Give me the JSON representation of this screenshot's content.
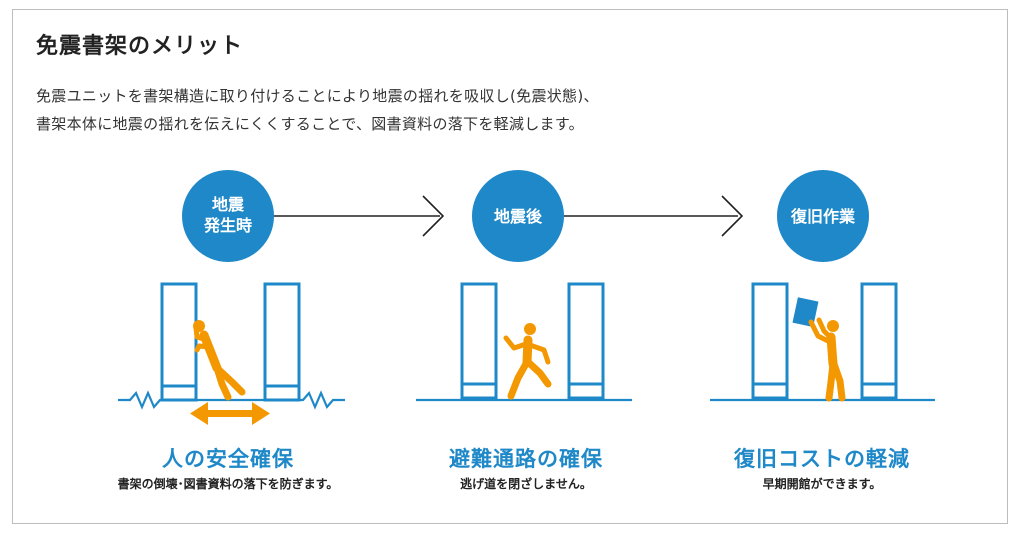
{
  "title": "免震書架のメリット",
  "description": {
    "line1": "免震ユニットを書架構造に取り付けることにより地震の揺れを吸収し(免震状態)、",
    "line2": "書架本体に地震の揺れを伝えにくくすることで、図書資料の落下を軽減します。"
  },
  "colors": {
    "accent": "#1e88c8",
    "figure": "#f39800",
    "text": "#222222"
  },
  "stages": [
    {
      "circle_line1": "地震",
      "circle_line2": "発生時",
      "heading": "人の安全確保",
      "caption": "書架の倒壊･図書資料の落下を防ぎます。"
    },
    {
      "circle_label": "地震後",
      "heading": "避難通路の確保",
      "caption": "逃げ道を閉ざしません。"
    },
    {
      "circle_label": "復旧作業",
      "heading": "復旧コストの軽減",
      "caption": "早期開館ができます。"
    }
  ]
}
